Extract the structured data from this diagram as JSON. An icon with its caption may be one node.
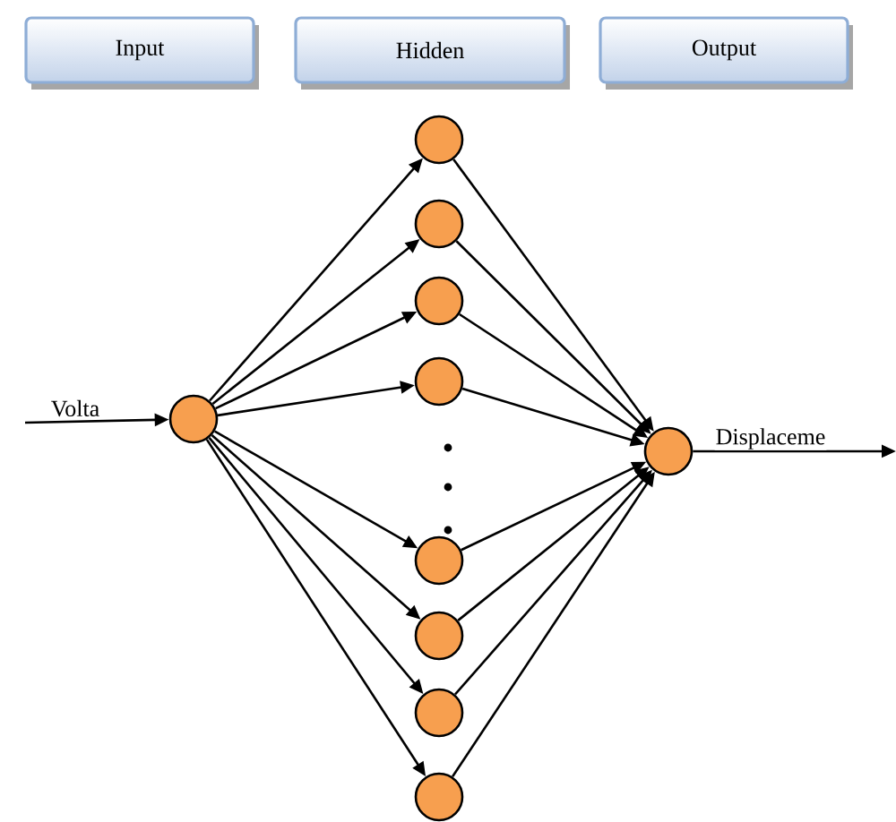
{
  "diagram": {
    "nodes": [
      {
        "text": [
          "Input"
        ]
      },
      {
        "text": [
          "Hidden"
        ]
      },
      {
        "text": [
          "Output"
        ]
      },
      {
        "text": [],
        "shape": "circle"
      },
      {
        "text": [],
        "shape": "circle"
      },
      {
        "text": [],
        "shape": "circle"
      },
      {
        "text": [],
        "shape": "circle"
      },
      {
        "text": [],
        "shape": "circle"
      },
      {
        "text": [],
        "shape": "circle"
      },
      {
        "text": [],
        "shape": "circle"
      },
      {
        "text": [],
        "shape": "circle"
      },
      {
        "text": [],
        "shape": "circle"
      },
      {
        "text": [],
        "shape": "circle"
      }
    ],
    "edges": [
      {
        "from": null,
        "to": 3,
        "arrow": "to",
        "label": "Volta"
      },
      {
        "from": 3,
        "to": 4,
        "arrow": "to"
      },
      {
        "from": 3,
        "to": 5,
        "arrow": "to"
      },
      {
        "from": 3,
        "to": 6,
        "arrow": "to"
      },
      {
        "from": 3,
        "to": 7,
        "arrow": "to"
      },
      {
        "from": 3,
        "to": 8,
        "arrow": "to"
      },
      {
        "from": 3,
        "to": 9,
        "arrow": "to"
      },
      {
        "from": 3,
        "to": 10,
        "arrow": "to"
      },
      {
        "from": 3,
        "to": 11,
        "arrow": "to"
      },
      {
        "from": 4,
        "to": 12,
        "arrow": "to"
      },
      {
        "from": 5,
        "to": 12,
        "arrow": "to"
      },
      {
        "from": 6,
        "to": 12,
        "arrow": "to"
      },
      {
        "from": 7,
        "to": 12,
        "arrow": "to"
      },
      {
        "from": 8,
        "to": 12,
        "arrow": "to"
      },
      {
        "from": 9,
        "to": 12,
        "arrow": "to"
      },
      {
        "from": 10,
        "to": 12,
        "arrow": "to"
      },
      {
        "from": 11,
        "to": 12,
        "arrow": "to"
      },
      {
        "from": 12,
        "to": null,
        "arrow": "to",
        "label": "Displaceme"
      }
    ]
  }
}
